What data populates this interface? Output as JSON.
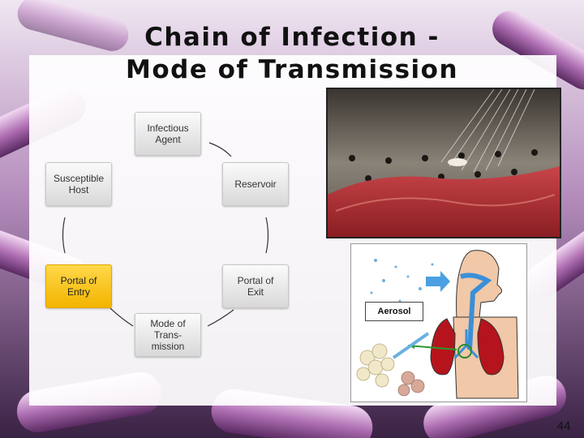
{
  "slide": {
    "title_line1": "Chain of Infection -",
    "title_line2": "Mode of Transmission",
    "page_number": "44"
  },
  "cycle": {
    "nodes": [
      {
        "label": "Infectious\nAgent",
        "active": false
      },
      {
        "label": "Reservoir",
        "active": false
      },
      {
        "label": "Portal of\nExit",
        "active": false
      },
      {
        "label": "Mode of\nTrans-\nmission",
        "active": false
      },
      {
        "label": "Portal of\nEntry",
        "active": true
      },
      {
        "label": "Susceptible\nHost",
        "active": false
      }
    ],
    "active_color": "#f3b400"
  },
  "illustration": {
    "label": "Aerosol"
  }
}
